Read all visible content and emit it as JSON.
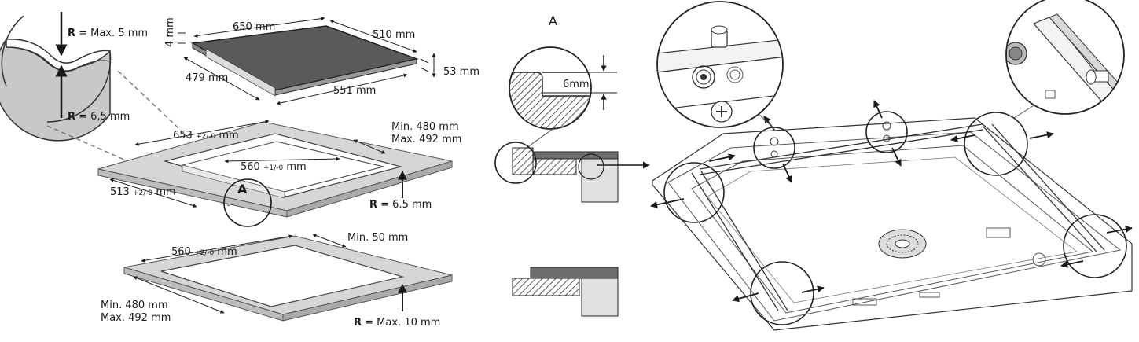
{
  "hob": {
    "width": "650 mm",
    "depth": "510 mm",
    "glass": "4 mm",
    "height": "53 mm",
    "inner_depth": "479 mm",
    "inner_width": "551 mm"
  },
  "detail_corner": {
    "r_prefix": "R",
    "r_top": "= Max. 5 mm",
    "r_bottom": "= 6,5 mm"
  },
  "cutout": {
    "outer_width": "653",
    "outer_width_tol": "+2/-0",
    "inner_width": "560",
    "inner_width_tol": "+1/-0",
    "outer_depth": "513",
    "outer_depth_tol": "+2/-0",
    "depth_min": "Min. 480 mm",
    "depth_max": "Max. 492 mm",
    "radius_prefix": "R",
    "radius": "= 6.5 mm",
    "unit": "mm",
    "detail_marker": "A"
  },
  "flush_cutout": {
    "width": "560",
    "width_tol": "+2/-0",
    "unit": "mm",
    "min_edge": "Min. 50 mm",
    "depth_min": "Min. 480 mm",
    "depth_max": "Max. 492 mm",
    "radius_prefix": "R",
    "radius": "= Max. 10 mm"
  },
  "detail_a": {
    "title": "A",
    "rebate": "6mm"
  }
}
